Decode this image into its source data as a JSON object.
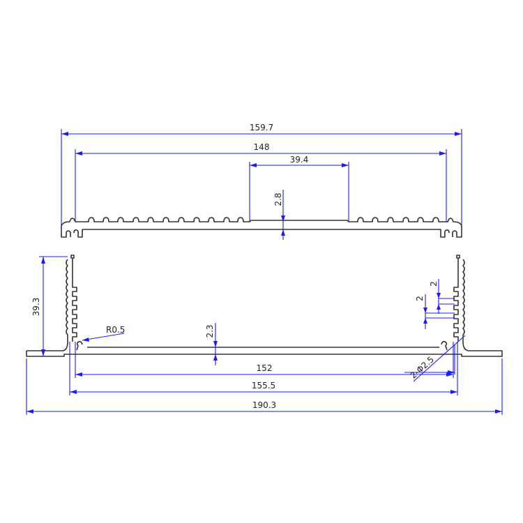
{
  "drawing": {
    "top_profile": {
      "overall_width": "159.7",
      "inner_width": "148",
      "flat_width": "39.4",
      "thickness": "2.8"
    },
    "bottom_profile": {
      "wall_height": "39.3",
      "fillet_radius": "R0.5",
      "base_thickness": "2.3",
      "inner_width": "152",
      "wall_span": "155.5",
      "overall_width": "190.3",
      "fin_pitch_a": "2",
      "fin_pitch_b": "2",
      "holes": "2-Φ2.5"
    },
    "colors": {
      "outline": "#333333",
      "dimension": "#1a1aff"
    }
  }
}
